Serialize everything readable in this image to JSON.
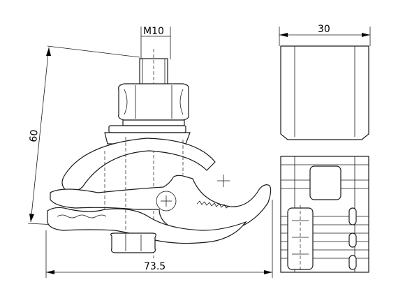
{
  "dimensions": {
    "thread": "M10",
    "height": "60",
    "length": "73.5",
    "width": "30"
  }
}
